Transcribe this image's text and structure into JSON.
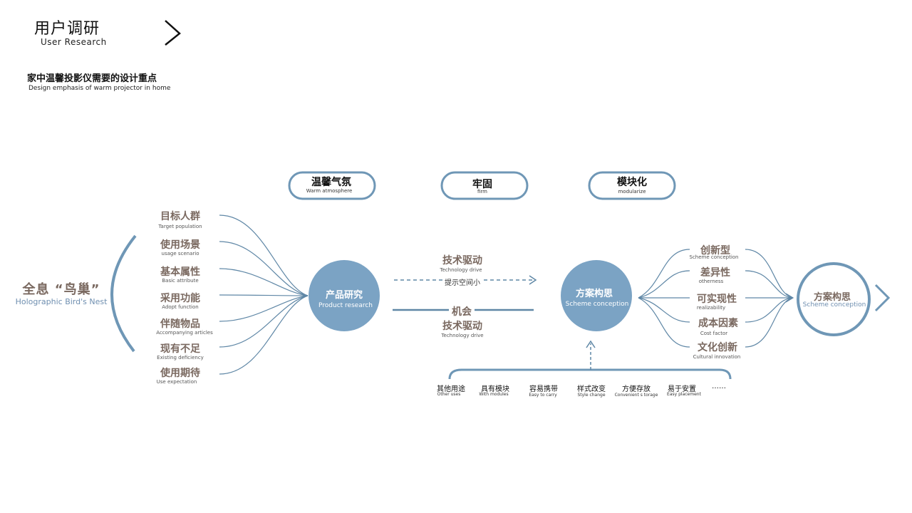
{
  "header": {
    "title": "用户调研",
    "subtitle": "User  Research"
  },
  "section": {
    "title": "家中温馨投影仪需要的设计重点",
    "subtitle": "Design  emphasis  of warm  projector in home"
  },
  "subject": {
    "cn": "全息 “鸟巢”",
    "en": "Holographic Bird's Nest"
  },
  "left_items": [
    {
      "cn": "目标人群",
      "en": "Target population"
    },
    {
      "cn": "使用场景",
      "en": "usage  scenario"
    },
    {
      "cn": "基本属性",
      "en": "Basic attribute"
    },
    {
      "cn": "采用功能",
      "en": "Adopt  function"
    },
    {
      "cn": "伴随物品",
      "en": "Accompanying   articles"
    },
    {
      "cn": "现有不足",
      "en": "Existing  deficiency"
    },
    {
      "cn": "使用期待",
      "en": "Use expectation"
    }
  ],
  "pills": [
    {
      "cn": "温馨气氛",
      "en": "Warm  atmosphere"
    },
    {
      "cn": "牢固",
      "en": "firm"
    },
    {
      "cn": "模块化",
      "en": "modularize"
    }
  ],
  "nodes": {
    "product": {
      "cn": "产品研究",
      "en": "Product research"
    },
    "scheme": {
      "cn": "方案构思",
      "en": "Scheme conception"
    },
    "final": {
      "cn": "方案构思",
      "en": "Scheme conception"
    }
  },
  "middle": {
    "tech_top": {
      "cn": "技术驱动",
      "en": "Technology  drive"
    },
    "hint": "提示空间小",
    "opportunity": "机会",
    "tech_bottom": {
      "cn": "技术驱动",
      "en": "Technology  drive"
    }
  },
  "right_items": [
    {
      "cn": "创新型",
      "en": "Scheme  conception"
    },
    {
      "cn": "差异性",
      "en": "otherness"
    },
    {
      "cn": "可实现性",
      "en": "realizability"
    },
    {
      "cn": "成本因素",
      "en": "Cost  factor"
    },
    {
      "cn": "文化创新",
      "en": "Cultural  innovation"
    }
  ],
  "bottom_items": [
    {
      "cn": "其他用途",
      "en": "Other uses"
    },
    {
      "cn": "具有模块",
      "en": "With modules"
    },
    {
      "cn": "容易携带",
      "en": "Easy to carry"
    },
    {
      "cn": "样式改变",
      "en": "Style  change"
    },
    {
      "cn": "方便存放",
      "en": "Convenient s torage"
    },
    {
      "cn": "易于安置",
      "en": "Easy placement"
    },
    {
      "cn": "……",
      "en": ""
    }
  ],
  "colors": {
    "accent_blue": "#6f97b6",
    "node_fill": "#7ba3c4",
    "text_brown": "#7a6960",
    "line_blue": "#5f87a6"
  }
}
